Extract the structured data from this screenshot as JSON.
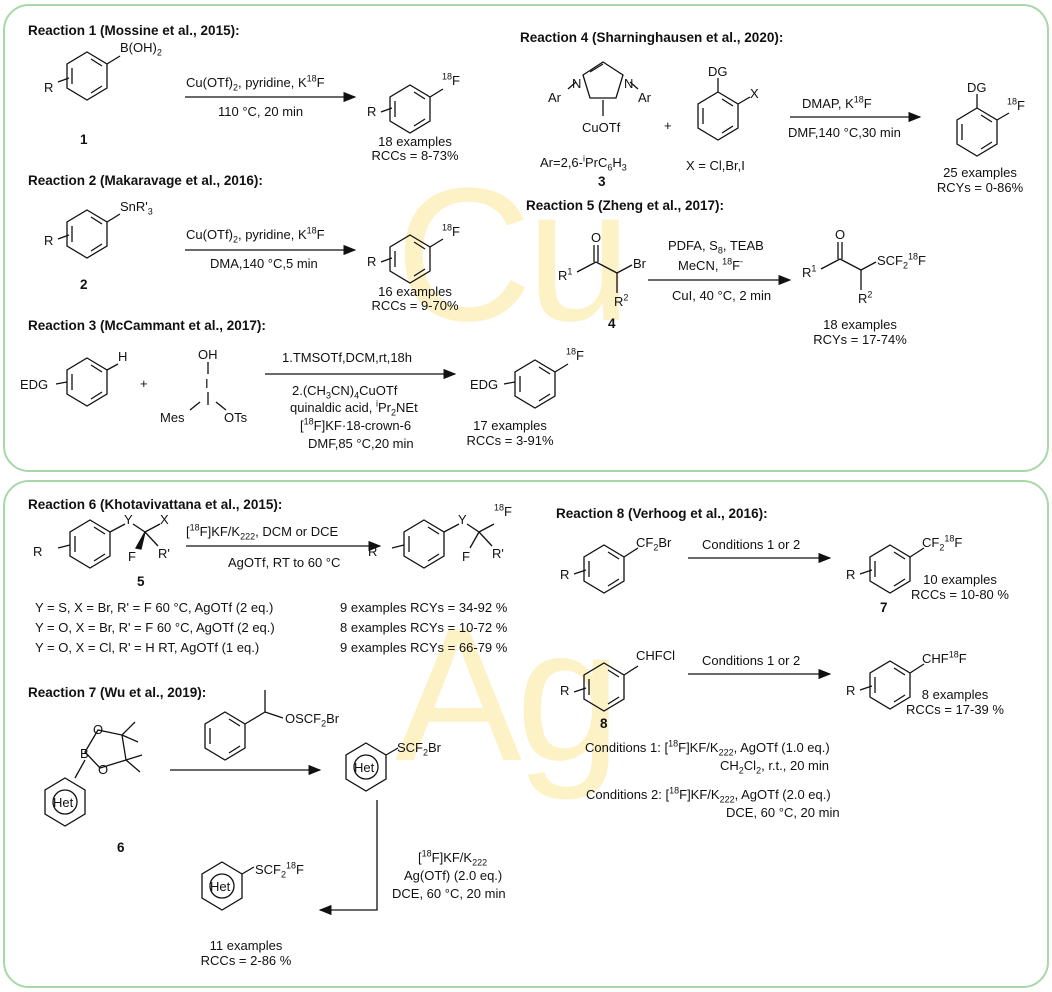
{
  "watermarks": {
    "top": "Cu",
    "bottom": "Ag"
  },
  "r1": {
    "title": "Reaction 1 (Mossine et al., 2015):",
    "reagent_label": "B(OH)",
    "reagent_sub": "2",
    "r_label": "R",
    "compound_no": "1",
    "cond_top": "Cu(OTf)",
    "cond_top_sub": "2",
    "cond_top_rest": ", pyridine, K",
    "cond_top_sup": "18",
    "cond_top_end": "F",
    "cond_bottom": "110 °C, 20 min",
    "prod_sup": "18",
    "prod_label": "F",
    "examples": "18 examples",
    "yield": "RCCs = 8-73%"
  },
  "r2": {
    "title": "Reaction 2 (Makaravage et al., 2016):",
    "reagent_label": "SnR'",
    "reagent_sub": "3",
    "compound_no": "2",
    "cond_top": "Cu(OTf)",
    "cond_top_sub": "2",
    "cond_top_rest": ", pyridine, K",
    "cond_top_sup": "18",
    "cond_top_end": "F",
    "cond_bottom": "DMA,140 °C,5 min",
    "examples": "16 examples",
    "yield": "RCCs = 9-70%"
  },
  "r3": {
    "title": "Reaction 3 (McCammant et al., 2017):",
    "edg": "EDG",
    "h": "H",
    "plus": "+",
    "oh": "OH",
    "i": "I",
    "mes": "Mes",
    "ots": "OTs",
    "cond1": "1.TMSOTf,DCM,rt,18h",
    "cond2a": "2.(CH",
    "cond2b": "3",
    "cond2c": "CN)",
    "cond2d": "4",
    "cond2e": "CuOTf",
    "cond3a": "quinaldic acid, ",
    "cond3b": "i",
    "cond3c": "Pr",
    "cond3d": "2",
    "cond3e": "NEt",
    "cond4a": "[",
    "cond4b": "18",
    "cond4c": "F]KF",
    "cond4d": "·18-crown-6",
    "cond5": "DMF,85 °C,20 min",
    "examples": "17 examples",
    "yield": "RCCs = 3-91%"
  },
  "r4": {
    "title": "Reaction 4 (Sharninghausen et al., 2020):",
    "ar_left": "Ar",
    "ar_right": "Ar",
    "n1": "N",
    "n2": "N",
    "cuotf": "CuOTf",
    "ar_def_a": "Ar=2,6-",
    "ar_def_b": "i",
    "ar_def_c": "PrC",
    "ar_def_d": "6",
    "ar_def_e": "H",
    "ar_def_f": "3",
    "compound_no": "3",
    "plus": "+",
    "dg": "DG",
    "x": "X",
    "x_def": "X = Cl,Br,I",
    "cond_top_a": "DMAP, K",
    "cond_top_b": "18",
    "cond_top_c": "F",
    "cond_bottom": "DMF,140 °C,30 min",
    "examples": "25 examples",
    "yield": "RCYs = 0-86%"
  },
  "r5": {
    "title": "Reaction 5  (Zheng et al., 2017):",
    "o": "O",
    "r1": "R",
    "r1_sup": "1",
    "br": "Br",
    "r2": "R",
    "r2_sup": "2",
    "compound_no": "4",
    "cond1a": "PDFA, S",
    "cond1b": "8",
    "cond1c": ", TEAB",
    "cond2a": "MeCN, ",
    "cond2b": "18",
    "cond2c": "F",
    "cond2d": "-",
    "cond3": "CuI, 40 °C, 2 min",
    "prod_a": "SCF",
    "prod_b": "2",
    "prod_c": "18",
    "prod_d": "F",
    "examples": "18 examples",
    "yield": "RCYs = 17-74%"
  },
  "r6": {
    "title": "Reaction 6  (Khotavivattana et al., 2015):",
    "y": "Y",
    "x": "X",
    "f": "F",
    "rp": "R'",
    "r": "R",
    "compound_no": "5",
    "cond_top_a": "[",
    "cond_top_b": "18",
    "cond_top_c": "F]KF/K",
    "cond_top_d": "222",
    "cond_top_e": ", DCM or DCE",
    "cond_bottom": "AgOTf, RT to 60 °C",
    "prod_sup": "18",
    "prod_f": "F",
    "rows": [
      {
        "cond": "Y = S, X = Br, R' = F  60 °C, AgOTf (2 eq.)",
        "res": "9 examples RCYs = 34-92 %"
      },
      {
        "cond": "Y = O, X = Br, R' = F  60 °C, AgOTf (2 eq.)",
        "res": "8 examples RCYs = 10-72 %"
      },
      {
        "cond": "Y = O, X = Cl, R' = H  RT, AgOTf (1 eq.)",
        "res": "9 examples RCYs = 66-79 %"
      }
    ]
  },
  "r7": {
    "title": "Reaction 7  (Wu et al., 2019):",
    "b": "B",
    "o": "O",
    "het": "Het",
    "compound_no": "6",
    "reagent_a": "OSCF",
    "reagent_b": "2",
    "reagent_c": "Br",
    "mid_a": "SCF",
    "mid_b": "2",
    "mid_c": "Br",
    "cond1a": "[",
    "cond1b": "18",
    "cond1c": "F]KF/K",
    "cond1d": "222",
    "cond2": "Ag(OTf) (2.0 eq.)",
    "cond3": "DCE, 60 °C, 20 min",
    "prod_a": "SCF",
    "prod_b": "2",
    "prod_c": "18",
    "prod_d": "F",
    "examples": "11 examples",
    "yield": "RCCs = 2-86 %"
  },
  "r8": {
    "title": "Reaction 8  (Verhoog et al., 2016):",
    "sub1_a": "CF",
    "sub1_b": "2",
    "sub1_c": "Br",
    "r": "R",
    "cond": "Conditions 1 or 2",
    "prod1_a": "CF",
    "prod1_b": "2",
    "prod1_c": "18",
    "prod1_d": "F",
    "no7": "7",
    "ex1": "10 examples",
    "y1": "RCCs = 10-80 %",
    "sub2": "CHFCl",
    "prod2_a": "CHF",
    "prod2_b": "18",
    "prod2_c": "F",
    "no8": "8",
    "ex2": "8 examples",
    "y2": "RCCs = 17-39 %",
    "c1_label": "Conditions 1: [",
    "c1_b": "18",
    "c1_c": "F]KF/K",
    "c1_d": "222",
    "c1_e": ", AgOTf (1.0 eq.)",
    "c1_l2a": "CH",
    "c1_l2b": "2",
    "c1_l2c": "Cl",
    "c1_l2d": "2",
    "c1_l2e": ", r.t., 20 min",
    "c2_label": "Conditions 2:  [",
    "c2_b": "18",
    "c2_c": "F]KF/K",
    "c2_d": "222",
    "c2_e": ", AgOTf (2.0 eq.)",
    "c2_l2": "DCE, 60 °C, 20 min"
  }
}
